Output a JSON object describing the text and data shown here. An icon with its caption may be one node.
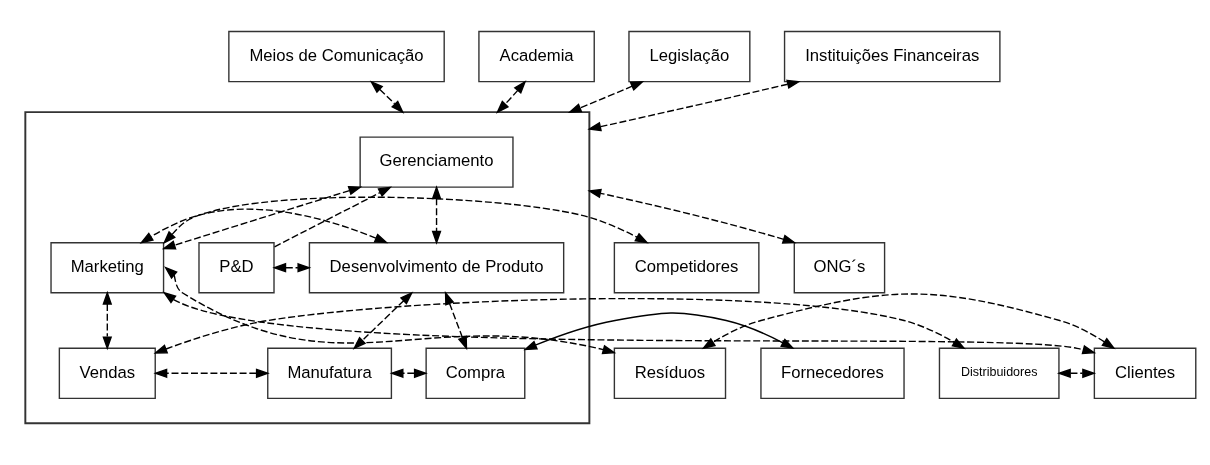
{
  "diagram": {
    "nodes": [
      {
        "text": [],
        "shape": "house"
      },
      {
        "text": [
          "Academia"
        ]
      },
      {
        "text": [
          "Legislação"
        ]
      },
      {
        "text": [
          "Meios de Comunicação"
        ]
      },
      {
        "text": [
          "Instituições Financeiras"
        ]
      },
      {
        "text": [
          "Gerenciamento"
        ],
        "in": 0
      },
      {
        "text": [
          "ONG´s"
        ]
      },
      {
        "text": [
          "P&D"
        ],
        "in": 0
      },
      {
        "text": [
          "Desenvolvimento de Produto"
        ],
        "in": 0
      },
      {
        "text": [
          "Marketing"
        ],
        "in": 0
      },
      {
        "text": [
          "Competidores"
        ]
      },
      {
        "text": [
          "Fornecedores"
        ]
      },
      {
        "text": [
          "Compra"
        ],
        "in": 0
      },
      {
        "text": [
          "Manufatura"
        ],
        "in": 0
      },
      {
        "text": [
          "Vendas"
        ],
        "in": 0
      },
      {
        "text": [
          "Distribuidores"
        ]
      },
      {
        "text": [
          "Clientes"
        ]
      },
      {
        "text": [
          "Resíduos"
        ]
      }
    ],
    "edges": [
      {
        "from": 1,
        "to": 0,
        "arrow": "both",
        "style": "dashed"
      },
      {
        "from": 3,
        "to": 0,
        "arrow": "both",
        "style": "dashed"
      },
      {
        "from": 2,
        "to": 0,
        "arrow": "both",
        "style": "dashed"
      },
      {
        "from": 4,
        "to": 0,
        "arrow": "both",
        "style": "dashed"
      },
      {
        "from": 6,
        "to": 0,
        "arrow": "both",
        "style": "dashed"
      },
      {
        "from": 7,
        "to": 5,
        "arrow": "to",
        "style": "dashed"
      },
      {
        "from": 5,
        "to": 8,
        "arrow": "both",
        "style": "dashed"
      },
      {
        "from": 5,
        "to": 9,
        "arrow": "both",
        "style": "dashed"
      },
      {
        "from": 7,
        "to": 8,
        "arrow": "both",
        "style": "dashed"
      },
      {
        "from": 8,
        "to": 9,
        "arrow": "both",
        "style": "dashed"
      },
      {
        "from": 8,
        "to": 12,
        "arrow": "both",
        "style": "dashed"
      },
      {
        "from": 8,
        "to": 13,
        "arrow": "both",
        "style": "dashed"
      },
      {
        "from": 9,
        "to": 14,
        "arrow": "both",
        "style": "dashed"
      },
      {
        "from": 9,
        "to": 10,
        "arrow": "both",
        "style": "dashed"
      },
      {
        "from": 9,
        "to": 16,
        "arrow": "both",
        "style": "dashed"
      },
      {
        "from": 9,
        "to": 17,
        "arrow": "both",
        "style": "dashed"
      },
      {
        "from": 11,
        "to": 12,
        "arrow": "both"
      },
      {
        "from": 12,
        "to": 13,
        "arrow": "both",
        "style": "dashed"
      },
      {
        "from": 13,
        "to": 14,
        "arrow": "both",
        "style": "dashed"
      },
      {
        "from": 14,
        "to": 15,
        "arrow": "both",
        "style": "dashed"
      },
      {
        "from": 15,
        "to": 16,
        "arrow": "both",
        "style": "dashed"
      },
      {
        "from": 16,
        "to": 17,
        "arrow": "both",
        "style": "dashed"
      }
    ]
  }
}
